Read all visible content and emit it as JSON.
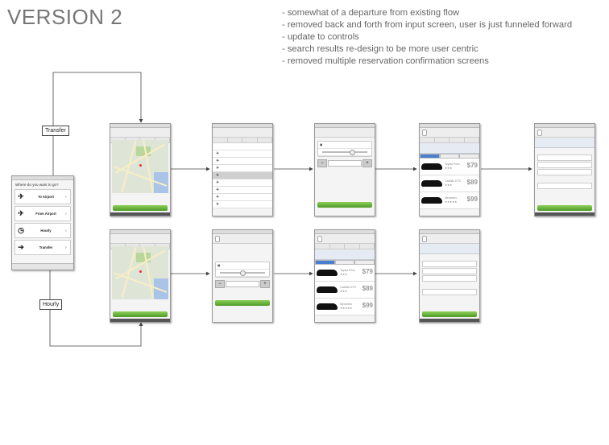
{
  "title": "VERSION 2",
  "notes": [
    "- somewhat of a departure from existing flow",
    "- removed back and forth from input screen, user is just funneled forward",
    "- update to controls",
    "- search results re-design to be more user centric",
    "- removed multiple reservation confirmation screens"
  ],
  "flows": {
    "transfer_label": "Transfer",
    "hourly_label": "Hourly"
  },
  "home": {
    "question": "Where do you want to go?",
    "options": [
      {
        "label": "To Airport",
        "icon": "airplane-icon",
        "glyph": "✈"
      },
      {
        "label": "From Airport",
        "icon": "airplane-icon",
        "glyph": "✈"
      },
      {
        "label": "Hourly",
        "icon": "clock-icon",
        "glyph": "◷"
      },
      {
        "label": "Transfer",
        "icon": "arrow-right-icon",
        "glyph": "➔"
      }
    ]
  },
  "cars": [
    {
      "name": "Toyota Prius",
      "stars": "★★★",
      "price": "$79"
    },
    {
      "name": "Cadillac DTS",
      "stars": "★★★",
      "price": "$89"
    },
    {
      "name": "Mercedes",
      "stars": "★★★★★",
      "price": "$99"
    }
  ],
  "accent": "#5aa832"
}
